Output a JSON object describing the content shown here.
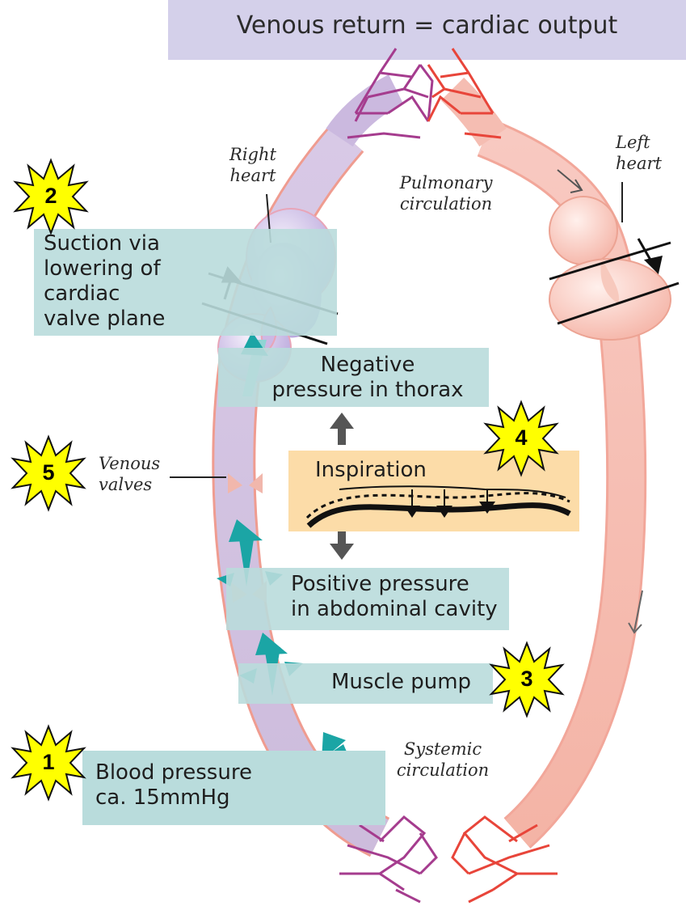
{
  "title": "Venous return = cardiac output",
  "labels": {
    "right_heart": [
      "Right",
      "heart"
    ],
    "left_heart": [
      "Left",
      "heart"
    ],
    "pulmonary": [
      "Pulmonary",
      "circulation"
    ],
    "systemic": [
      "Systemic",
      "circulation"
    ],
    "venous_valves": [
      "Venous",
      "valves"
    ],
    "suction": [
      "Suction via",
      "lowering of",
      "cardiac",
      "valve plane"
    ],
    "negative_pressure": [
      "Negative",
      "pressure in thorax"
    ],
    "inspiration": "Inspiration",
    "positive_pressure": [
      "Positive pressure",
      "in abdominal cavity"
    ],
    "muscle_pump": "Muscle pump",
    "blood_pressure": [
      "Blood pressure",
      "ca. 15mmHg"
    ]
  },
  "badges": [
    "1",
    "2",
    "3",
    "4",
    "5"
  ],
  "colors": {
    "title_bg": "#d4d0ea",
    "label_bg": "#b9dcdc",
    "inspiration_bg": "#fcdca8",
    "venous": "#c9bfe0",
    "arterial": "#f7c9c0",
    "arrow": "#1ba5a5",
    "badge": "#ffff00"
  }
}
